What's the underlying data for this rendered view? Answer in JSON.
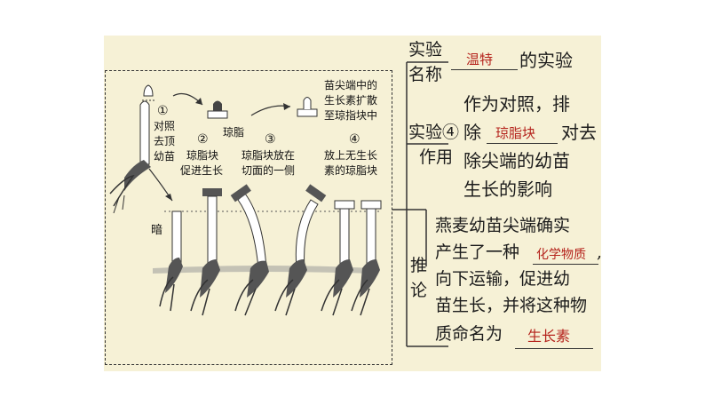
{
  "diagram": {
    "step1": [
      "①",
      "对照",
      "去顶",
      "幼苗"
    ],
    "agar": "琼脂",
    "diffuse_note": [
      "苗尖端中的",
      "生长素扩散",
      "至琼指块中"
    ],
    "step2": [
      "②",
      "琼脂块",
      "促进生长"
    ],
    "step3": [
      "③",
      "琼脂块放在",
      "切面的一侧"
    ],
    "step4": [
      "④",
      "放上无生长",
      "素的琼脂块"
    ],
    "dark": "暗"
  },
  "summary": {
    "name_label": [
      "实验",
      "名称"
    ],
    "name_answer": "温特",
    "name_suffix": "的实验",
    "role_label": [
      "实验④",
      "作用"
    ],
    "role_line1": "作为对照，排",
    "role_line2_pre": "除",
    "role_answer": "琼脂块",
    "role_line2_post": "对去",
    "role_line3": "除尖端的幼苗",
    "role_line4": "生长的影响",
    "infer_label": [
      "推",
      "论"
    ],
    "infer_line1": "燕麦幼苗尖端确实",
    "infer_line2_pre": "产生了一种",
    "infer_answer1": "化学物质",
    "infer_line2_post": ",",
    "infer_line3": "向下运输，促进幼",
    "infer_line4": "苗生长，并将这种物",
    "infer_line5_pre": "质命名为",
    "infer_answer2": "生长素"
  }
}
